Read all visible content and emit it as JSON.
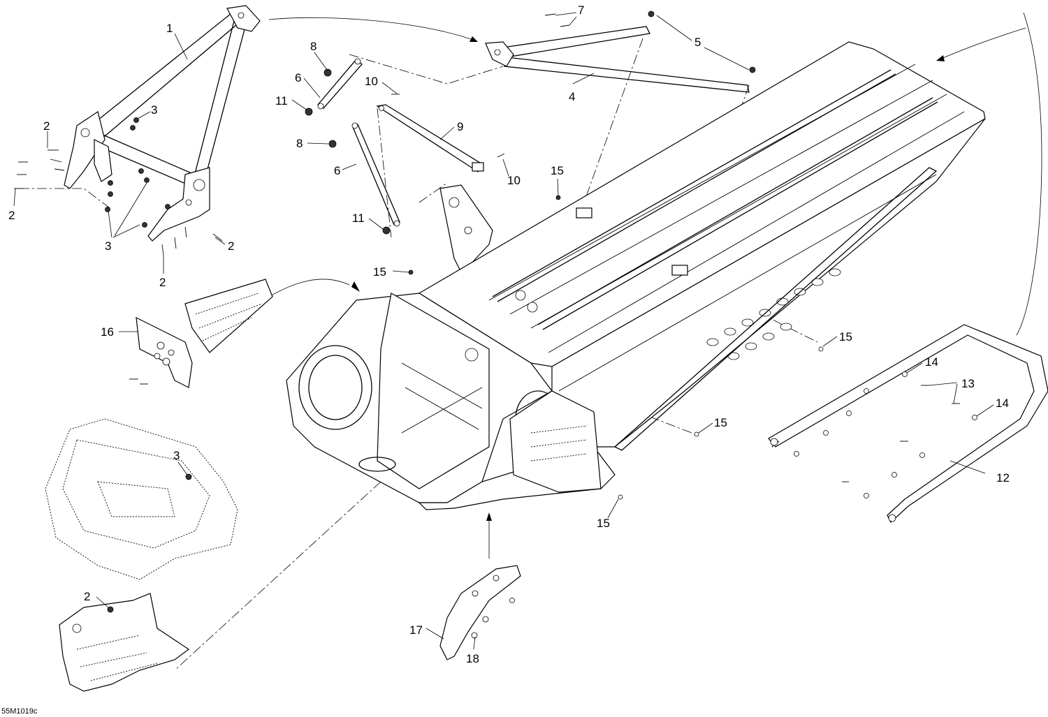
{
  "diagram": {
    "callouts": [
      {
        "id": "c1",
        "label": "1"
      },
      {
        "id": "c2a",
        "label": "2"
      },
      {
        "id": "c2b",
        "label": "2"
      },
      {
        "id": "c2c",
        "label": "2"
      },
      {
        "id": "c2d",
        "label": "2"
      },
      {
        "id": "c2e",
        "label": "2"
      },
      {
        "id": "c3a",
        "label": "3"
      },
      {
        "id": "c3b",
        "label": "3"
      },
      {
        "id": "c3c",
        "label": "3"
      },
      {
        "id": "c4",
        "label": "4"
      },
      {
        "id": "c5",
        "label": "5"
      },
      {
        "id": "c6a",
        "label": "6"
      },
      {
        "id": "c6b",
        "label": "6"
      },
      {
        "id": "c7",
        "label": "7"
      },
      {
        "id": "c8a",
        "label": "8"
      },
      {
        "id": "c8b",
        "label": "8"
      },
      {
        "id": "c9",
        "label": "9"
      },
      {
        "id": "c10a",
        "label": "10"
      },
      {
        "id": "c10b",
        "label": "10"
      },
      {
        "id": "c11a",
        "label": "11"
      },
      {
        "id": "c11b",
        "label": "11"
      },
      {
        "id": "c12",
        "label": "12"
      },
      {
        "id": "c13",
        "label": "13"
      },
      {
        "id": "c14a",
        "label": "14"
      },
      {
        "id": "c14b",
        "label": "14"
      },
      {
        "id": "c15a",
        "label": "15"
      },
      {
        "id": "c15b",
        "label": "15"
      },
      {
        "id": "c15c",
        "label": "15"
      },
      {
        "id": "c15d",
        "label": "15"
      },
      {
        "id": "c15e",
        "label": "15"
      },
      {
        "id": "c16",
        "label": "16"
      },
      {
        "id": "c17",
        "label": "17"
      },
      {
        "id": "c18",
        "label": "18"
      }
    ],
    "drawing_code": "55M1019c"
  }
}
